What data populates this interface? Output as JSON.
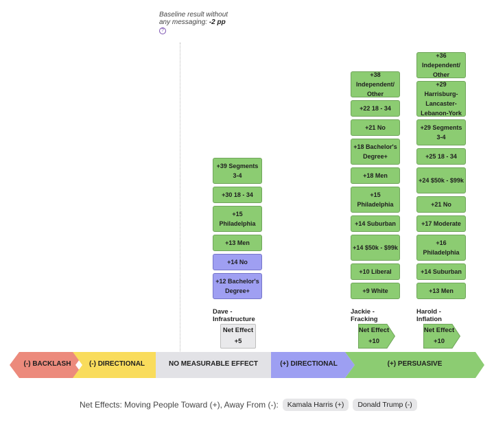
{
  "baseline": {
    "text": "Baseline result without any messaging: ",
    "value": "-2 pp",
    "icon": "help-icon"
  },
  "chart_data": {
    "type": "table",
    "columns": [
      {
        "message": "Dave - Infrastructure",
        "net_effect_label": "Net Effect",
        "net_effect": "+5",
        "net_category": "NO MEASURABLE EFFECT",
        "segments": [
          {
            "label": "+39 Segments 3-4",
            "value": 39,
            "category": "persuasive"
          },
          {
            "label": "+30 18 - 34",
            "value": 30,
            "category": "persuasive"
          },
          {
            "label": "+15 Philadelphia",
            "value": 15,
            "category": "persuasive"
          },
          {
            "label": "+13 Men",
            "value": 13,
            "category": "persuasive"
          },
          {
            "label": "+14 No",
            "value": 14,
            "category": "directional"
          },
          {
            "label": "+12 Bachelor's Degree+",
            "value": 12,
            "category": "directional"
          }
        ]
      },
      {
        "message": "Jackie - Fracking",
        "net_effect_label": "Net Effect",
        "net_effect": "+10",
        "net_category": "(+) PERSUASIVE",
        "segments": [
          {
            "label": "+38 Independent/ Other",
            "value": 38,
            "category": "persuasive"
          },
          {
            "label": "+22 18 - 34",
            "value": 22,
            "category": "persuasive"
          },
          {
            "label": "+21 No",
            "value": 21,
            "category": "persuasive"
          },
          {
            "label": "+18 Bachelor's Degree+",
            "value": 18,
            "category": "persuasive"
          },
          {
            "label": "+18 Men",
            "value": 18,
            "category": "persuasive"
          },
          {
            "label": "+15 Philadelphia",
            "value": 15,
            "category": "persuasive"
          },
          {
            "label": "+14 Suburban",
            "value": 14,
            "category": "persuasive"
          },
          {
            "label": "+14 $50k - $99k",
            "value": 14,
            "category": "persuasive"
          },
          {
            "label": "+10 Liberal",
            "value": 10,
            "category": "persuasive"
          },
          {
            "label": "+9 White",
            "value": 9,
            "category": "persuasive"
          }
        ]
      },
      {
        "message": "Harold - Inflation",
        "net_effect_label": "Net Effect",
        "net_effect": "+10",
        "net_category": "(+) PERSUASIVE",
        "segments": [
          {
            "label": "+36 Independent/ Other",
            "value": 36,
            "category": "persuasive"
          },
          {
            "label": "+29 Harrisburg- Lancaster- Lebanon-York",
            "value": 29,
            "category": "persuasive"
          },
          {
            "label": "+29 Segments 3-4",
            "value": 29,
            "category": "persuasive"
          },
          {
            "label": "+25 18 - 34",
            "value": 25,
            "category": "persuasive"
          },
          {
            "label": "+24 $50k - $99k",
            "value": 24,
            "category": "persuasive"
          },
          {
            "label": "+21 No",
            "value": 21,
            "category": "persuasive"
          },
          {
            "label": "+17 Moderate",
            "value": 17,
            "category": "persuasive"
          },
          {
            "label": "+16 Philadelphia",
            "value": 16,
            "category": "persuasive"
          },
          {
            "label": "+14 Suburban",
            "value": 14,
            "category": "persuasive"
          },
          {
            "label": "+13 Men",
            "value": 13,
            "category": "persuasive"
          }
        ]
      }
    ],
    "scale_bands": [
      {
        "label": "(-) BACKLASH",
        "color": "#ec8a7c"
      },
      {
        "label": "(-) DIRECTIONAL",
        "color": "#f9dc5c"
      },
      {
        "label": "NO MEASURABLE EFFECT",
        "color": "#e2e2e6"
      },
      {
        "label": "(+) DIRECTIONAL",
        "color": "#9d9ff2"
      },
      {
        "label": "(+) PERSUASIVE",
        "color": "#8ccc72"
      }
    ]
  },
  "footer": {
    "text": "Net Effects: Moving People Toward (+), Away From (-):",
    "toward": "Kamala Harris (+)",
    "away": "Donald Trump (-)"
  }
}
